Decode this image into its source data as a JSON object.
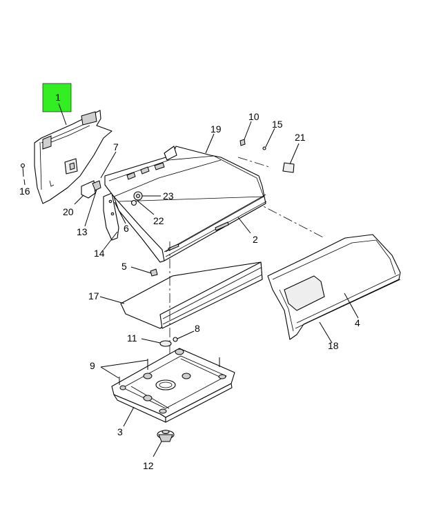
{
  "highlight_color": "#33ee22",
  "callouts": {
    "c1": "1",
    "c2": "2",
    "c3": "3",
    "c4": "4",
    "c5": "5",
    "c6": "6",
    "c7": "7",
    "c8": "8",
    "c9": "9",
    "c10": "10",
    "c11": "11",
    "c12": "12",
    "c13": "13",
    "c14": "14",
    "c15": "15",
    "c16": "16",
    "c17": "17",
    "c18": "18",
    "c19": "19",
    "c20": "20",
    "c21": "21",
    "c22": "22",
    "c23": "23"
  }
}
